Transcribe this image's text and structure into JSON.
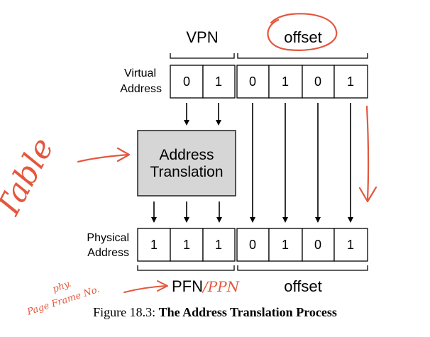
{
  "top": {
    "vpn_label": "VPN",
    "offset_label": "offset",
    "row_label_line1": "Virtual",
    "row_label_line2": "Address",
    "bits": [
      "0",
      "1",
      "0",
      "1",
      "0",
      "1"
    ]
  },
  "translation": {
    "line1": "Address",
    "line2": "Translation"
  },
  "bottom": {
    "row_label_line1": "Physical",
    "row_label_line2": "Address",
    "bits": [
      "1",
      "1",
      "1",
      "0",
      "1",
      "0",
      "1"
    ],
    "pfn_label": "PFN",
    "offset_label": "offset"
  },
  "caption": {
    "prefix": "Figure 18.3: ",
    "title": "The Address Translation Process"
  },
  "annotations": {
    "table": "Table",
    "ppn": "/PPN",
    "phy": "phy.",
    "page_frame": "Page Frame No."
  },
  "colors": {
    "ink": "#000000",
    "annotation": "#e4573d",
    "translation_box_fill": "#d6d6d6"
  }
}
